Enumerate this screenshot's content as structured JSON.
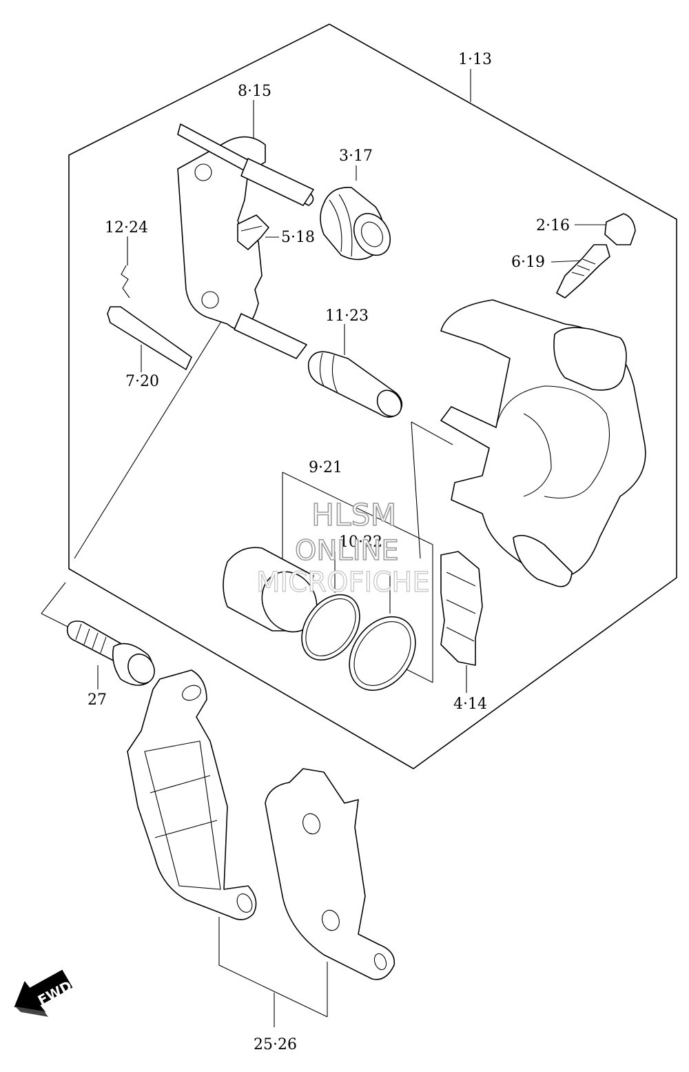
{
  "callouts": {
    "c_1_13": "1·13",
    "c_8_15": "8·15",
    "c_3_17": "3·17",
    "c_2_16": "2·16",
    "c_12_24": "12·24",
    "c_5_18": "5·18",
    "c_6_19": "6·19",
    "c_11_23": "11·23",
    "c_7_20": "7·20",
    "c_9_21": "9·21",
    "c_10_22": "10·22",
    "c_4_14": "4·14",
    "c_27": "27",
    "c_25_26": "25·26"
  },
  "watermark": {
    "line1": "HLSM",
    "line2": "ONLINE",
    "line3": "MICROFICHE"
  },
  "direction_arrow": {
    "label": "FWD",
    "icon": "fwd-arrow-icon"
  }
}
